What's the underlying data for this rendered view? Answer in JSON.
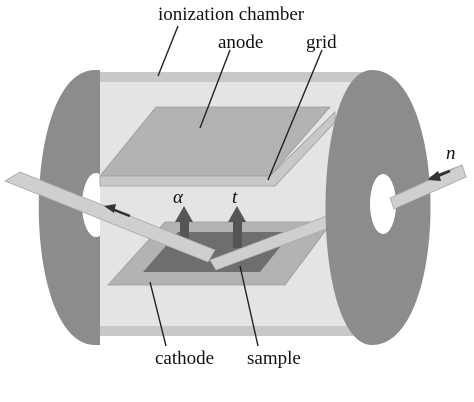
{
  "labels": {
    "ionization_chamber": "ionization chamber",
    "anode": "anode",
    "grid": "grid",
    "cathode": "cathode",
    "sample": "sample",
    "alpha": "α",
    "triton": "t",
    "neutron": "n"
  },
  "colors": {
    "disk": "#8c8c8c",
    "disk_dark": "#7a7a7a",
    "chamber_body": "#e4e4e4",
    "chamber_rim": "#c8c8c8",
    "plate": "#b3b3b3",
    "sample": "#6e6e6e",
    "beam": "#cfcfcf",
    "arrow": "#555555",
    "leader": "#222222"
  }
}
